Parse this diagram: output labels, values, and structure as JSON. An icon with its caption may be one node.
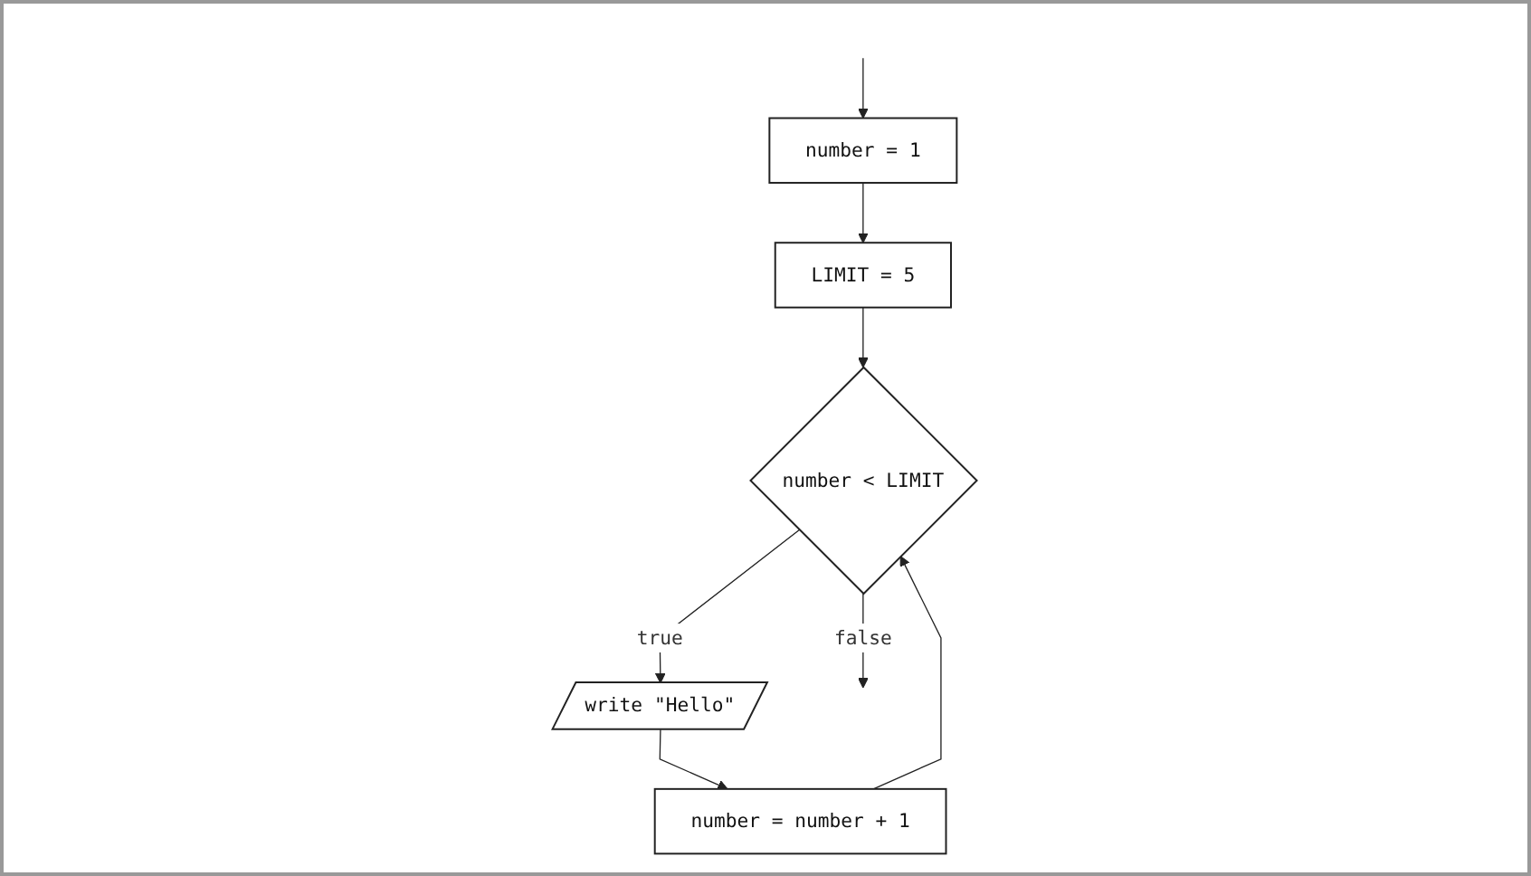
{
  "diagram": {
    "nodes": [
      {
        "text": [
          "number = 1"
        ]
      },
      {
        "text": [
          "LIMIT = 5"
        ]
      },
      {
        "text": [
          "number < LIMIT"
        ]
      },
      {
        "text": [
          "write \"Hello\""
        ]
      },
      {
        "text": [
          "number = number + 1"
        ]
      }
    ],
    "edges": [
      {
        "from": null,
        "to": 0,
        "arrow": "to"
      },
      {
        "from": 0,
        "to": 1,
        "arrow": "to"
      },
      {
        "from": 1,
        "to": 2,
        "arrow": "to"
      },
      {
        "from": 2,
        "to": 3,
        "label": "true",
        "arrow": "to"
      },
      {
        "from": 3,
        "to": 4,
        "arrow": "to"
      },
      {
        "from": 4,
        "to": 2,
        "arrow": "to"
      },
      {
        "from": 2,
        "to": null,
        "label": "false",
        "arrow": "to"
      }
    ]
  }
}
